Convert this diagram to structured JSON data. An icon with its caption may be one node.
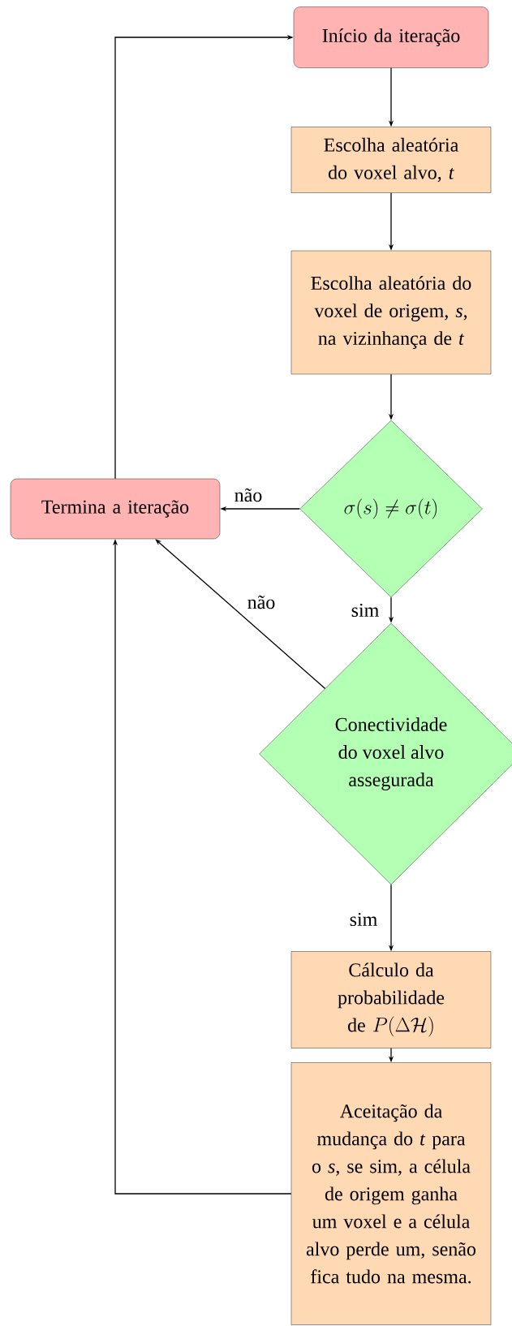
{
  "diagram": {
    "nodes": [
      {
        "text": [
          "Início da iteração"
        ]
      },
      {
        "text": [
          "Escolha aleatória do voxel alvo, *t*"
        ]
      },
      {
        "text": [
          "Escolha aleatória do voxel de origem, *s*, na vizinhança de *t*"
        ]
      },
      {
        "text": [
          "\\sigma(s) \\neq \\sigma(t)"
        ]
      },
      {
        "text": [
          "Termina a iteração"
        ]
      },
      {
        "text": [
          "Conectividade do voxel alvo assegurada"
        ]
      },
      {
        "text": [
          "Cálculo da probabilidade",
          "\\mathrm{de}\\ P(\\Delta\\mathcal{H})"
        ]
      },
      {
        "text": [
          "Aceitação da mudança do *t* para o *s*, se sim, a célula de origem ganha um voxel e a célula alvo perde um, senão fica tudo na mesma."
        ]
      }
    ],
    "edges": [
      {
        "from": 0,
        "to": 1,
        "arrow": "to"
      },
      {
        "from": 1,
        "to": 2,
        "arrow": "to"
      },
      {
        "from": 2,
        "to": 3,
        "arrow": "to"
      },
      {
        "from": 3,
        "to": 4,
        "arrow": "to",
        "label": "não"
      },
      {
        "from": 3,
        "to": 5,
        "arrow": "to",
        "label": "sim"
      },
      {
        "from": 5,
        "to": 4,
        "arrow": "to",
        "label": "não"
      },
      {
        "from": 5,
        "to": 6,
        "arrow": "to",
        "label": "sim"
      },
      {
        "from": 6,
        "to": 7,
        "arrow": "to"
      },
      {
        "from": 7,
        "to": 4,
        "arrow": "to"
      },
      {
        "from": 4,
        "to": 0,
        "arrow": "to"
      }
    ]
  }
}
